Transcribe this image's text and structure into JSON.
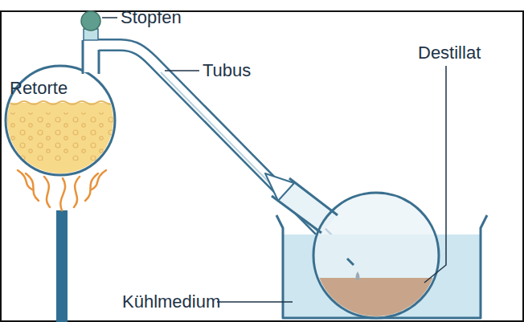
{
  "diagram": {
    "labels": [
      "Stopfen",
      "Tubus",
      "Retorte",
      "Destillat",
      "Kühlmedium"
    ]
  }
}
